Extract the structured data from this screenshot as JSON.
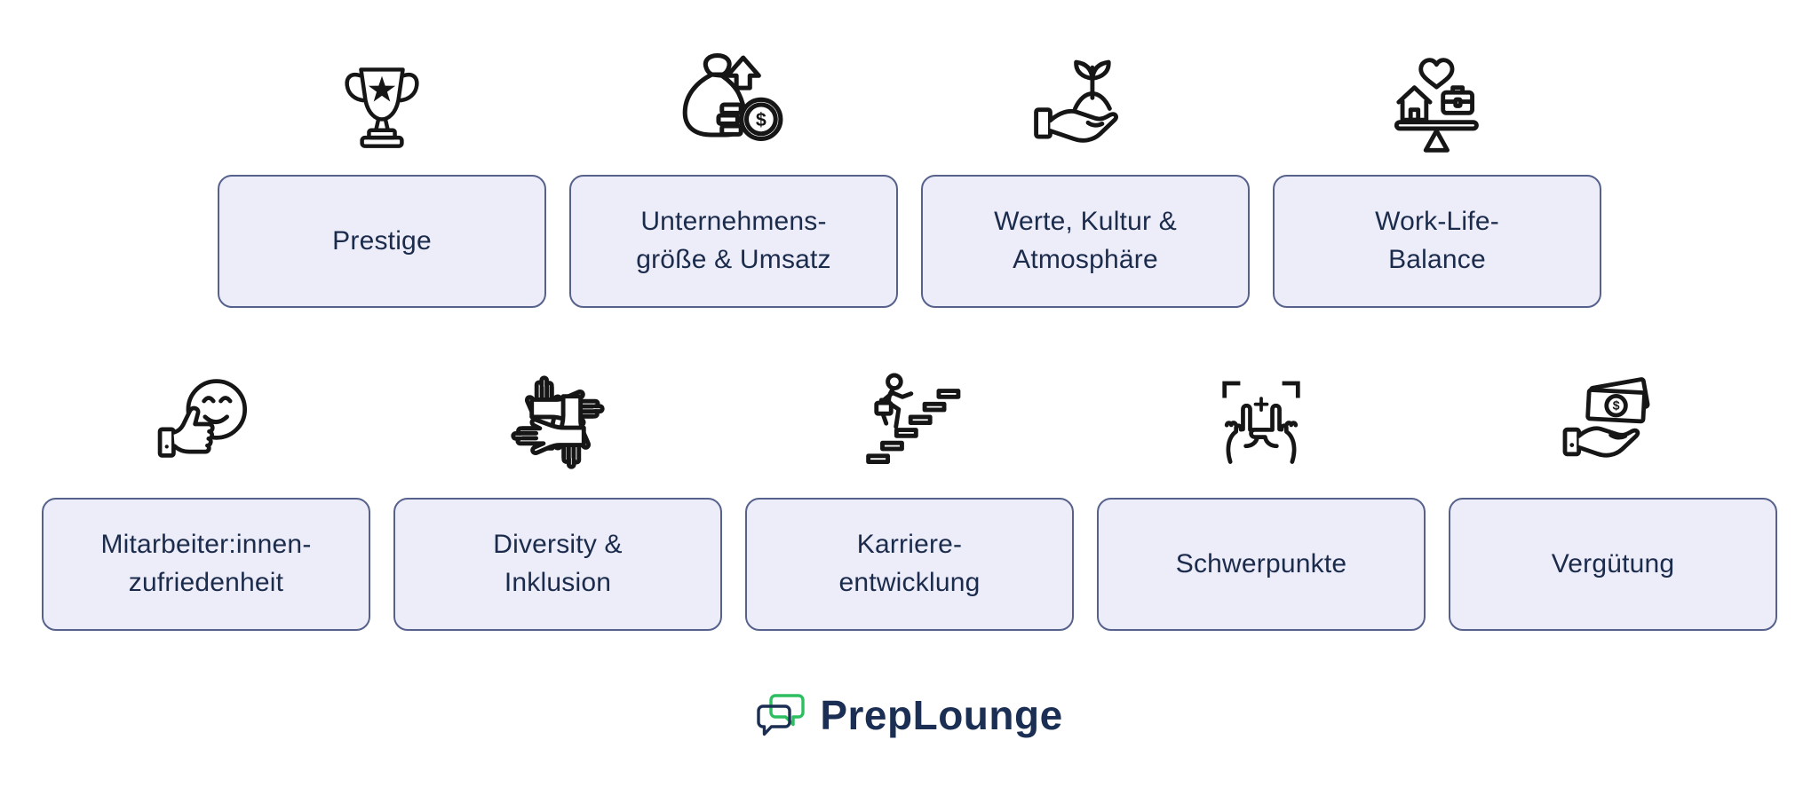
{
  "rows": [
    {
      "items": [
        {
          "icon": "trophy-icon",
          "label": "Prestige"
        },
        {
          "icon": "money-bag-growth-icon",
          "label": "Unternehmens-\ngröße & Umsatz"
        },
        {
          "icon": "hand-growing-plant-icon",
          "label": "Werte, Kultur &\nAtmosphäre"
        },
        {
          "icon": "work-life-balance-scale-icon",
          "label": "Work-Life-\nBalance"
        }
      ]
    },
    {
      "items": [
        {
          "icon": "thumbs-up-smiley-icon",
          "label": "Mitarbeiter:innen-\nzufriedenheit"
        },
        {
          "icon": "diversity-hands-icon",
          "label": "Diversity &\nInklusion"
        },
        {
          "icon": "career-stairs-icon",
          "label": "Karriere-\nentwicklung"
        },
        {
          "icon": "focus-frame-hands-icon",
          "label": "Schwerpunkte"
        },
        {
          "icon": "hand-receiving-money-icon",
          "label": "Vergütung"
        }
      ]
    }
  ],
  "logo": {
    "text": "PrepLounge",
    "icon": "chat-bubbles-icon"
  },
  "colors": {
    "page_background": "#FFFFFF",
    "box_background": "#EDECF9",
    "box_border": "#56618C",
    "label_text": "#1B2B4B",
    "icon_stroke": "#161616",
    "logo_green": "#2DBE60",
    "logo_navy": "#1B2F54"
  }
}
